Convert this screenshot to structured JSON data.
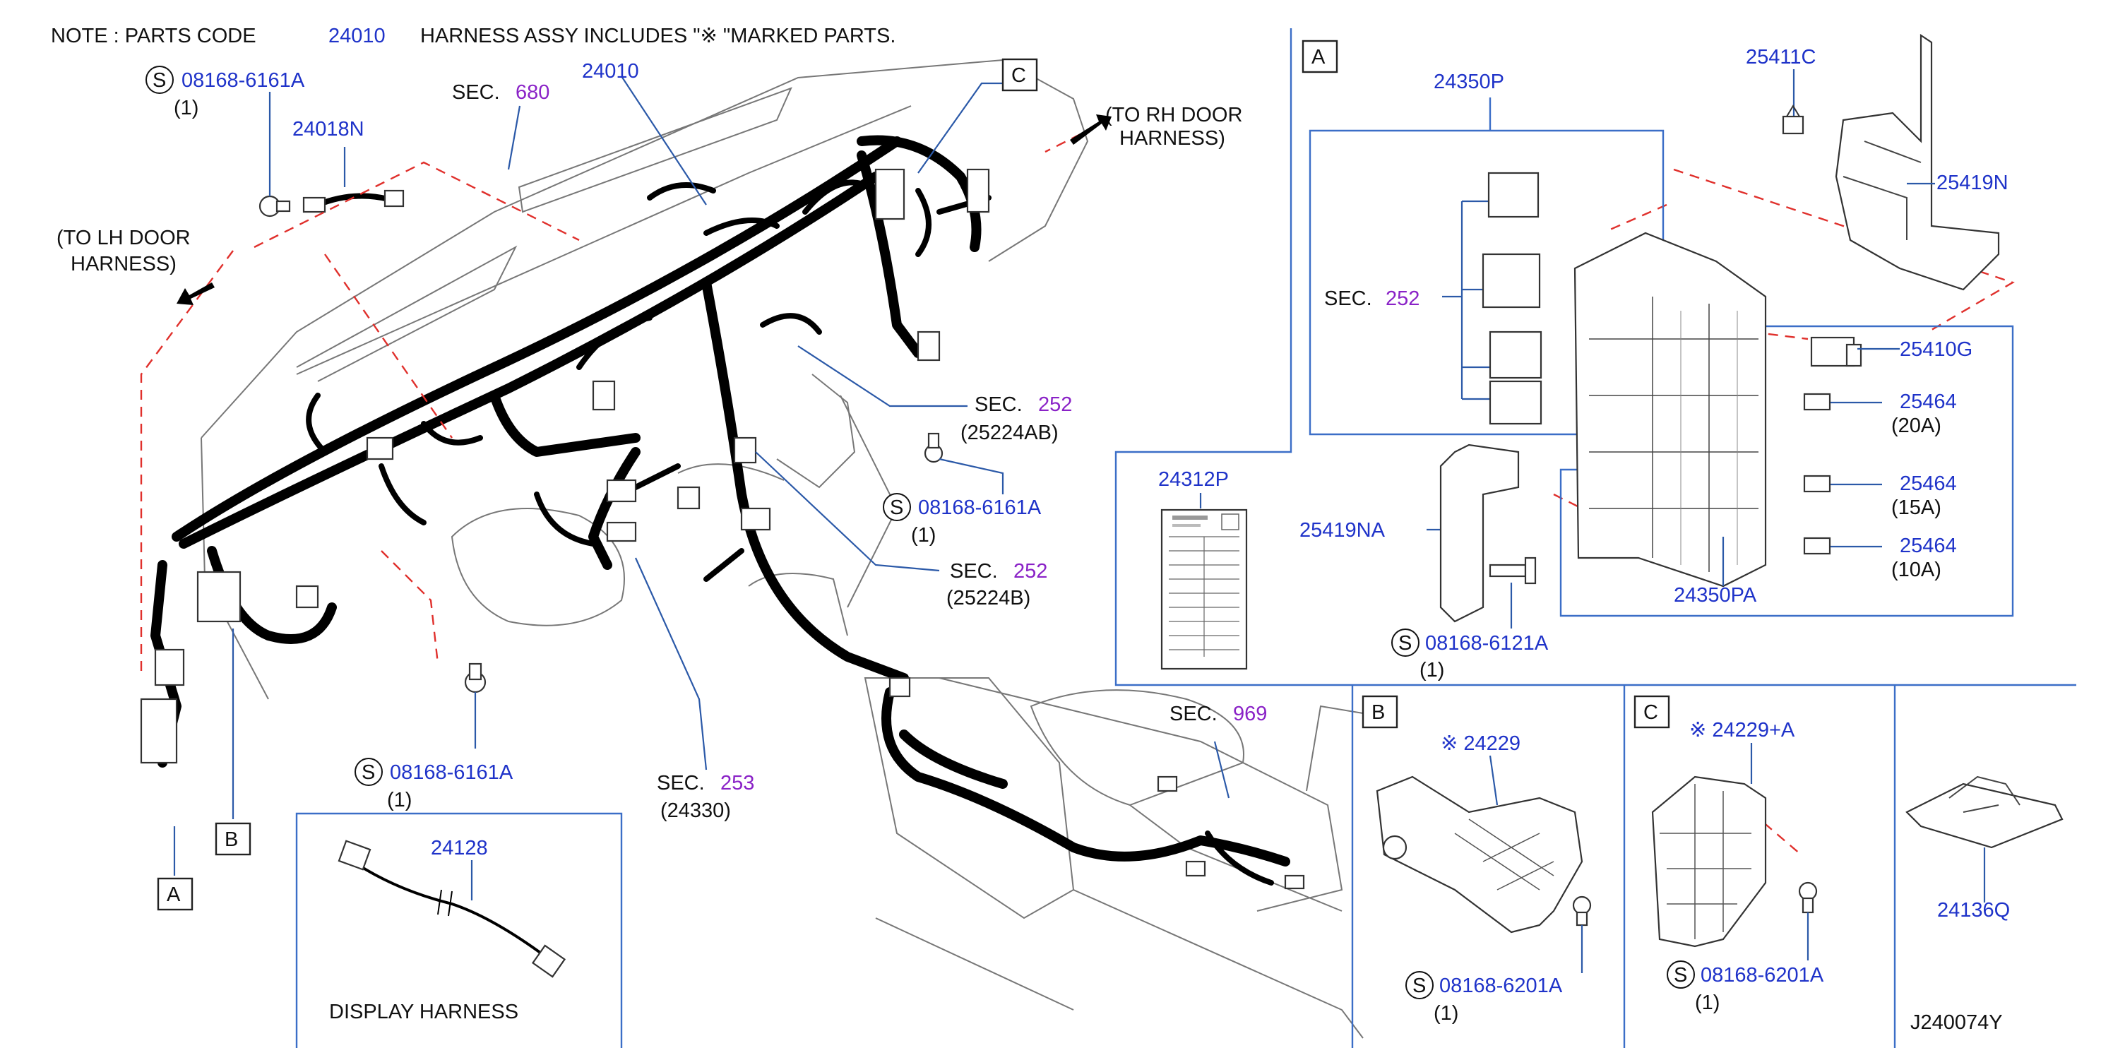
{
  "note": {
    "prefix": "NOTE : PARTS CODE",
    "code": "24010",
    "suffix": "HARNESS ASSY   INCLUDES \"※   \"MARKED PARTS."
  },
  "diagram_id": "J240074Y",
  "section_letters": [
    "A",
    "B",
    "C"
  ],
  "screw_mark": "S",
  "main_labels": {
    "bolt_top": {
      "part": "08168-6161A",
      "qty": "(1)"
    },
    "p24018n": "24018N",
    "sec680": {
      "prefix": "SEC.",
      "num": "680"
    },
    "p24010": "24010",
    "lh_door": [
      "(TO LH DOOR",
      "HARNESS)"
    ],
    "rh_door": [
      "(TO RH DOOR",
      "HARNESS)"
    ],
    "sec252_ab": {
      "prefix": "SEC.",
      "num": "252",
      "sub": "(25224AB)"
    },
    "bolt_mid": {
      "part": "08168-6161A",
      "qty": "(1)"
    },
    "sec252_b": {
      "prefix": "SEC.",
      "num": "252",
      "sub": "(25224B)"
    },
    "bolt_low": {
      "part": "08168-6161A",
      "qty": "(1)"
    },
    "sec253": {
      "prefix": "SEC.",
      "num": "253",
      "sub": "(24330)"
    },
    "sec969": {
      "prefix": "SEC.",
      "num": "969"
    }
  },
  "display_harness": {
    "part": "24128",
    "title": "DISPLAY HARNESS"
  },
  "panel_a": {
    "p24350p": "24350P",
    "sec252": {
      "prefix": "SEC.",
      "num": "252"
    },
    "p25411c": "25411C",
    "p25419n": "25419N",
    "p25410g": "25410G",
    "fuses": [
      {
        "part": "25464",
        "rating": "(20A)"
      },
      {
        "part": "25464",
        "rating": "(15A)"
      },
      {
        "part": "25464",
        "rating": "(10A)"
      }
    ],
    "p24350pa": "24350PA",
    "p24312p": "24312P",
    "p25419na": "25419NA",
    "bolt": {
      "part": "08168-6121A",
      "qty": "(1)"
    }
  },
  "panel_b": {
    "part": "※ 24229",
    "bolt": {
      "part": "08168-6201A",
      "qty": "(1)"
    }
  },
  "panel_c": {
    "part": "※ 24229+A",
    "bolt": {
      "part": "08168-6201A",
      "qty": "(1)"
    }
  },
  "panel_clip": {
    "part": "24136Q"
  }
}
